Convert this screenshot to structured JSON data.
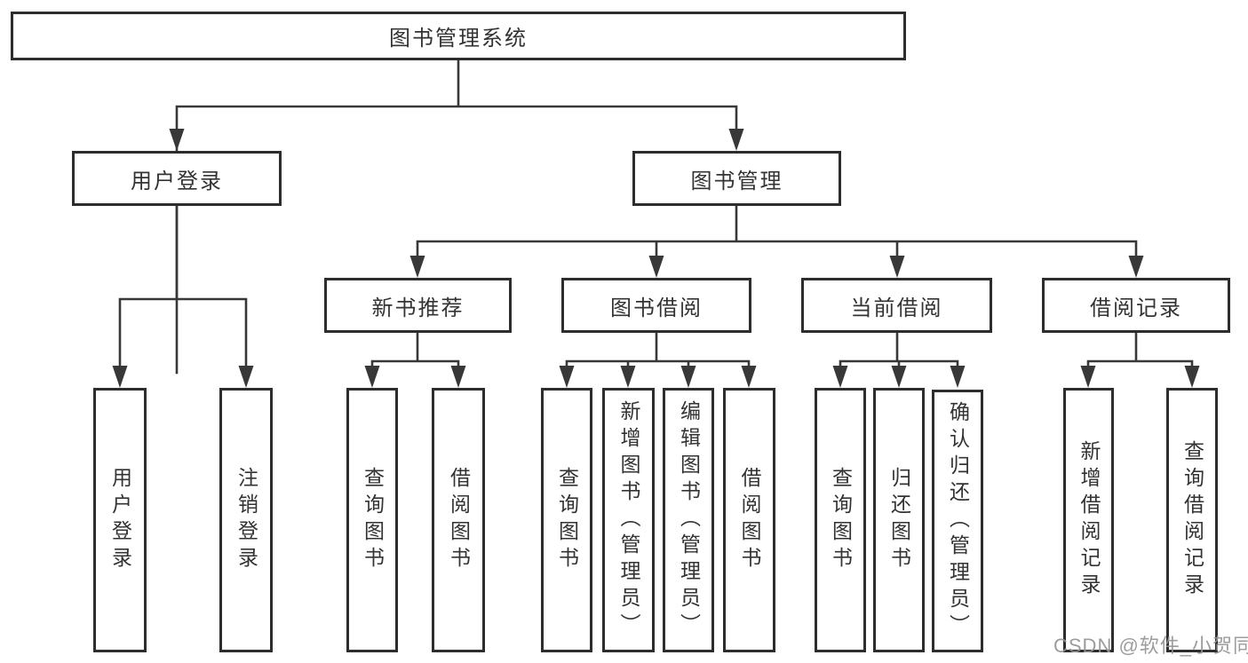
{
  "diagram": {
    "root": {
      "label": "图书管理系统"
    },
    "level2": {
      "user_login": {
        "label": "用户登录"
      },
      "book_management": {
        "label": "图书管理"
      }
    },
    "level3": {
      "new_book_recommend": {
        "label": "新书推荐"
      },
      "book_borrow": {
        "label": "图书借阅"
      },
      "current_borrow": {
        "label": "当前借阅"
      },
      "borrow_records": {
        "label": "借阅记录"
      }
    },
    "leaves": {
      "user_login": [
        {
          "label": "用户登录"
        },
        {
          "label": "注销登录"
        }
      ],
      "new_book_recommend": [
        {
          "label": "查询图书"
        },
        {
          "label": "借阅图书"
        }
      ],
      "book_borrow": [
        {
          "label": "查询图书"
        },
        {
          "label": "新增图书（管理员）"
        },
        {
          "label": "编辑图书（管理员）"
        },
        {
          "label": "借阅图书"
        }
      ],
      "current_borrow": [
        {
          "label": "查询图书"
        },
        {
          "label": "归还图书"
        },
        {
          "label": "确认归还（管理员）"
        }
      ],
      "borrow_records": [
        {
          "label": "新增借阅记录"
        },
        {
          "label": "查询借阅记录"
        }
      ]
    },
    "colors": {
      "border": "#2d2d2d",
      "line": "#383838",
      "text": "#333333",
      "background": "#ffffff",
      "watermark": "#949494"
    }
  },
  "watermark": {
    "text": "CSDN @软件_小贺同学"
  }
}
